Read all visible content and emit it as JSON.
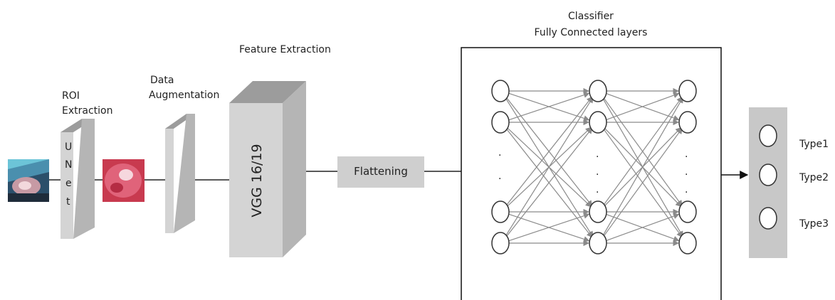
{
  "labels": {
    "classifier_title": "Classifier",
    "classifier_subtitle": "Fully Connected layers",
    "feature_extraction": "Feature Extraction",
    "roi_line1": "ROI",
    "roi_line2": "Extraction",
    "aug_line1": "Data",
    "aug_line2": "Augmentation",
    "unet_letters": [
      "U",
      "N",
      "e",
      "t"
    ],
    "vgg": "VGG 16/19",
    "flattening": "Flattening",
    "outputs": [
      "Type1",
      "Type2",
      "Type3"
    ],
    "dots": ".",
    "ellipsis": "."
  },
  "colors": {
    "block_front": "#d4d4d4",
    "block_side": "#b5b5b5",
    "block_top": "#9c9c9c",
    "node_stroke": "#333333",
    "edge": "#8a8a8a",
    "output_panel": "#c8c8c8"
  },
  "icons": {
    "input_image": "cervix-photo-original",
    "roi_image": "cervix-photo-cropped"
  }
}
